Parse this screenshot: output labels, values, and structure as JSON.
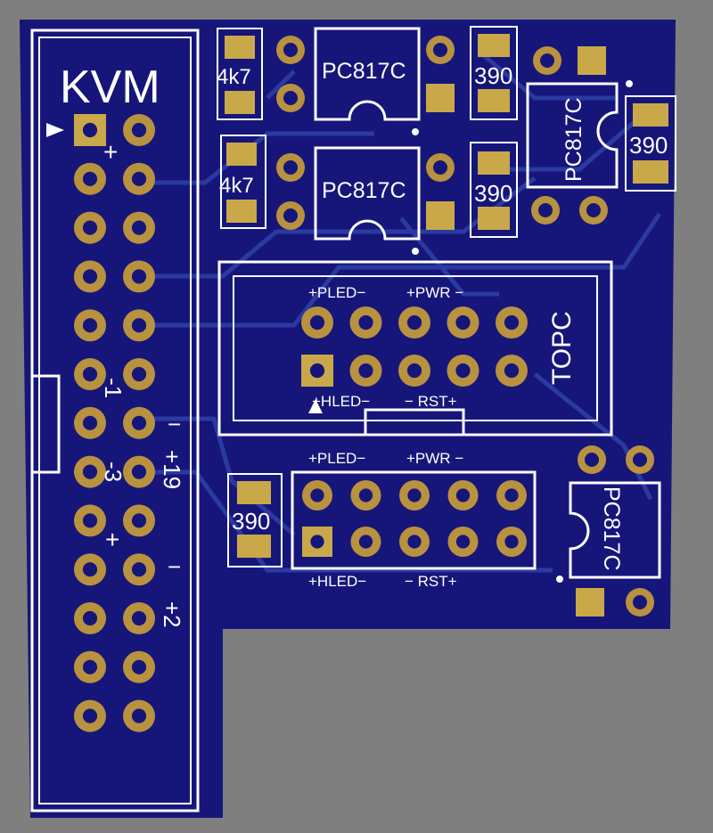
{
  "colors": {
    "background": "#7f7f7f",
    "board": "#16167a",
    "silkscreen": "#ffffff",
    "pad": "#c9a84a",
    "trace": "#2a3aa0"
  },
  "labels": {
    "kvm_title": "KVM",
    "kvm_plus_top": "+",
    "kvm_minus1": "-1",
    "kvm_minus3": "-3",
    "kvm_plus_mid": "+",
    "kvm_minus_a": "−",
    "kvm_plus19": "+19",
    "kvm_minus_b": "−",
    "kvm_plus2": "+2",
    "r1": "4k7",
    "r2": "4k7",
    "r3": "390",
    "r4": "390",
    "r5": "390",
    "r6": "390",
    "u1": "PC817C",
    "u2": "PC817C",
    "u3": "PC817C",
    "u4": "PC817C",
    "topc": "TOPC",
    "h1_top_left": "+PLED−",
    "h1_top_right": "+PWR −",
    "h1_bottom_left": "+HLED−",
    "h1_bottom_right": "− RST+",
    "h2_top_left": "+PLED−",
    "h2_top_right": "+PWR −",
    "h2_bottom_left": "+HLED−",
    "h2_bottom_right": "− RST+"
  }
}
